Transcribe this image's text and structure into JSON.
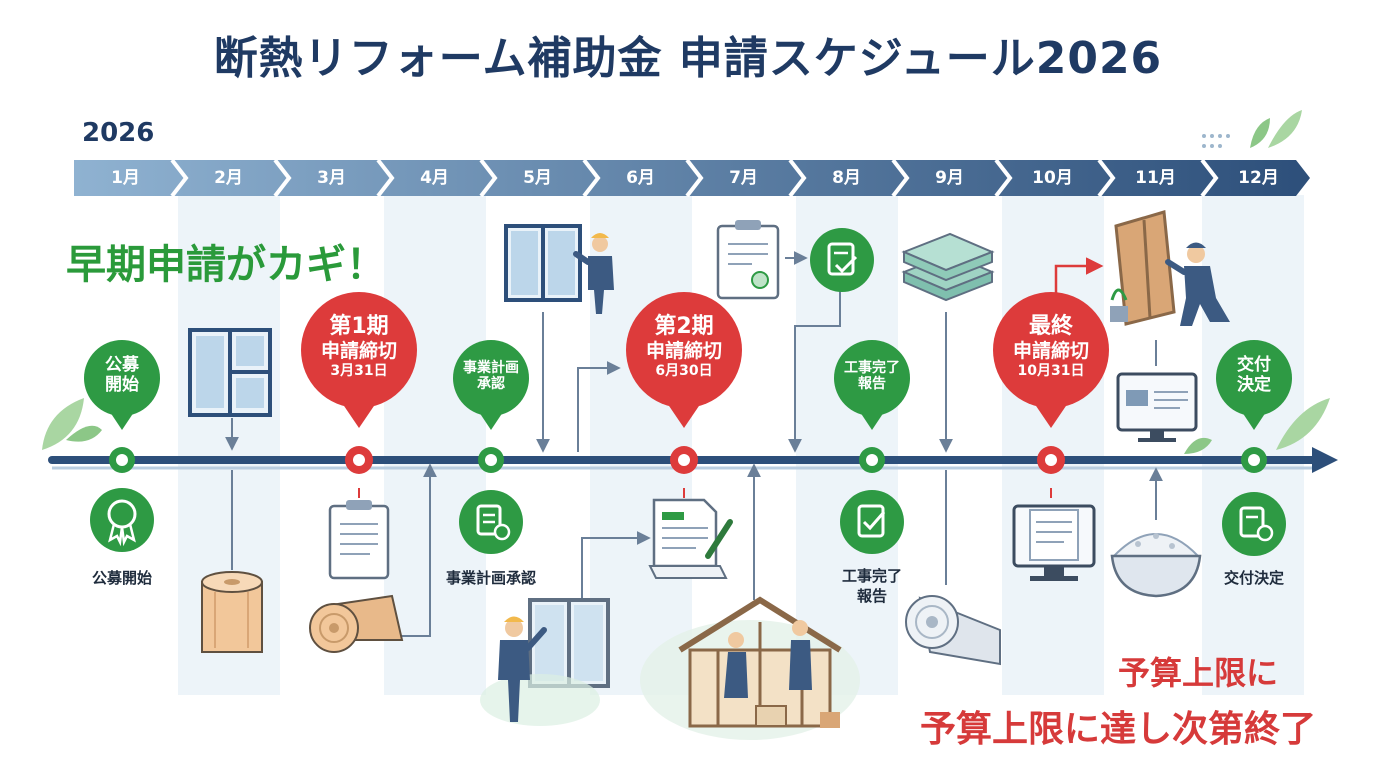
{
  "title": "断熱リフォーム補助金 申請スケジュール2026",
  "year": "2026",
  "months": [
    "1月",
    "2月",
    "3月",
    "4月",
    "5月",
    "6月",
    "7月",
    "8月",
    "9月",
    "10月",
    "11月",
    "12月"
  ],
  "tagline": "早期申請がカギ！",
  "milestones": {
    "kobo": {
      "label_line1": "公募",
      "label_line2": "開始",
      "caption": "公募開始"
    },
    "deadline1": {
      "line1": "第1期",
      "line2": "申請締切",
      "line3": "3月31日"
    },
    "plan": {
      "label_line1": "事業計画",
      "label_line2": "承認",
      "caption": "事業計画承認"
    },
    "deadline2": {
      "line1": "第2期",
      "line2": "申請締切",
      "line3": "6月30日"
    },
    "report": {
      "label_line1": "工事完了",
      "label_line2": "報告",
      "caption_line1": "工事完了",
      "caption_line2": "報告"
    },
    "deadlineFinal": {
      "line1": "最終",
      "line2": "申請締切",
      "line3": "10月31日"
    },
    "decision": {
      "label_line1": "交付",
      "label_line2": "決定",
      "caption": "交付決定"
    }
  },
  "notes": {
    "line1": "予算上限に",
    "line2": "予算上限に達し次第終了"
  },
  "colors": {
    "navy": "#1f3a63",
    "green": "#2e9a44",
    "red": "#dd3b3b",
    "band": "#eaf2f8"
  },
  "icons": [
    "window-icon",
    "insulation-roll-icon",
    "clipboard-icon",
    "worker-icon",
    "house-frame-icon",
    "certificate-icon",
    "checklist-icon",
    "panel-stack-icon",
    "monitor-icon",
    "bowl-icon",
    "leaf-icon"
  ]
}
